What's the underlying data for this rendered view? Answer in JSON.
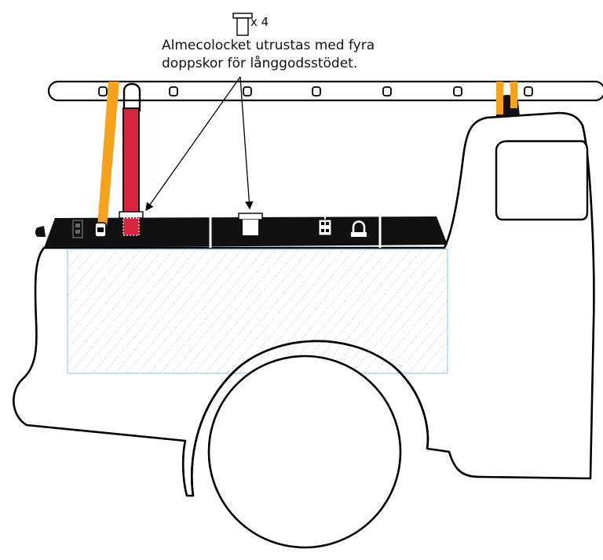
{
  "callout": {
    "quantity": "x 4",
    "line1": "Almecolocket utrustas med fyra",
    "line2": "doppskor för långgodsstödet."
  },
  "colors": {
    "outline": "#000000",
    "strap": "#f7a21b",
    "support_post": "#d8263e",
    "hatch": "#9bc4e6",
    "hatch_border": "#b8d6ee",
    "lid": "#111111"
  },
  "icons": {
    "cap": "doppsko-icon",
    "lock": "lock-icon",
    "latch": "latch-icon",
    "eyelet": "tie-down-eyelet-icon"
  }
}
